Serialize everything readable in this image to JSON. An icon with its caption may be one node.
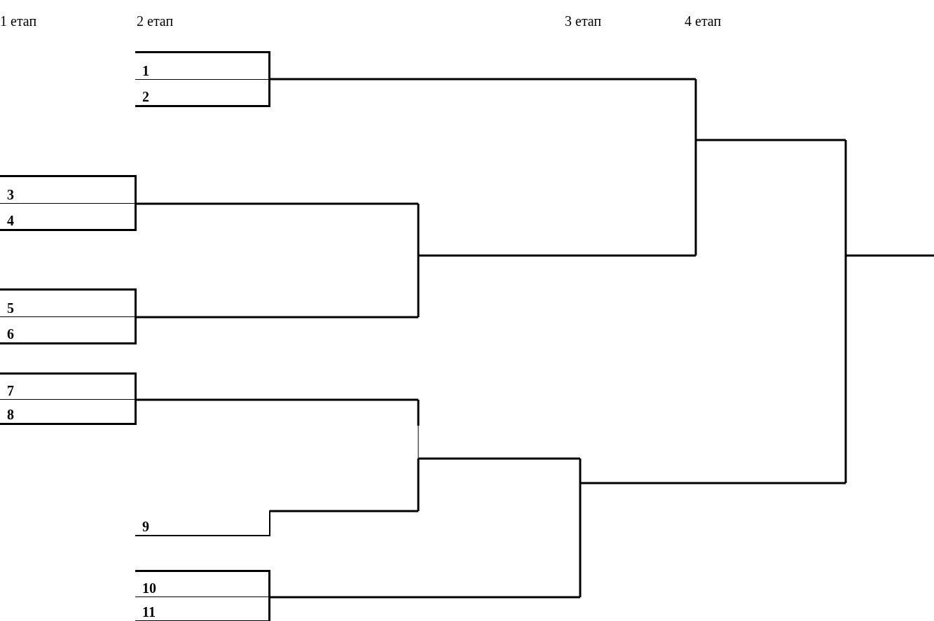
{
  "diagram": {
    "nodes": [
      {
        "text": [
          "1",
          "2"
        ]
      },
      {
        "text": [
          "3",
          "4"
        ]
      },
      {
        "text": [
          "5",
          "6"
        ]
      },
      {
        "text": [
          "7",
          "8"
        ]
      },
      {
        "text": [
          "9"
        ]
      },
      {
        "text": [
          "10",
          "11"
        ]
      }
    ],
    "labels": [
      "1 етап",
      "2 етап",
      "3 етап",
      "4 етап"
    ]
  }
}
